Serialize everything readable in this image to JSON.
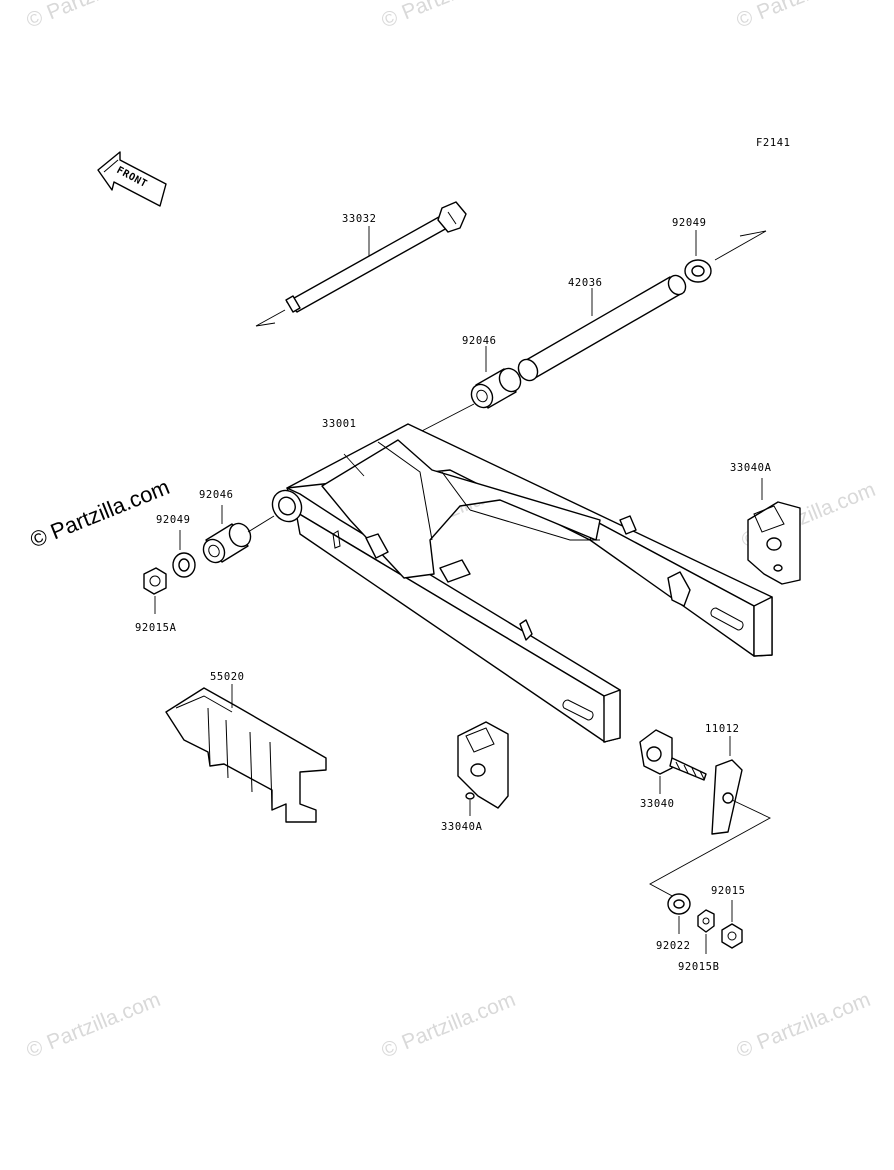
{
  "figure_code": "F2141",
  "front_arrow_label": "FRONT",
  "watermark": {
    "text": "Partzilla.com",
    "symbol": "©"
  },
  "parts": {
    "p33032": "33032",
    "p92049_top": "92049",
    "p42036": "42036",
    "p92046_top": "92046",
    "p33001": "33001",
    "p33040A_right": "33040A",
    "p92046_left": "92046",
    "p92049_left": "92049",
    "p92015A": "92015A",
    "p55020": "55020",
    "p11012": "11012",
    "p33040": "33040",
    "p33040A_bottom": "33040A",
    "p92015": "92015",
    "p92022": "92022",
    "p92015B": "92015B"
  }
}
